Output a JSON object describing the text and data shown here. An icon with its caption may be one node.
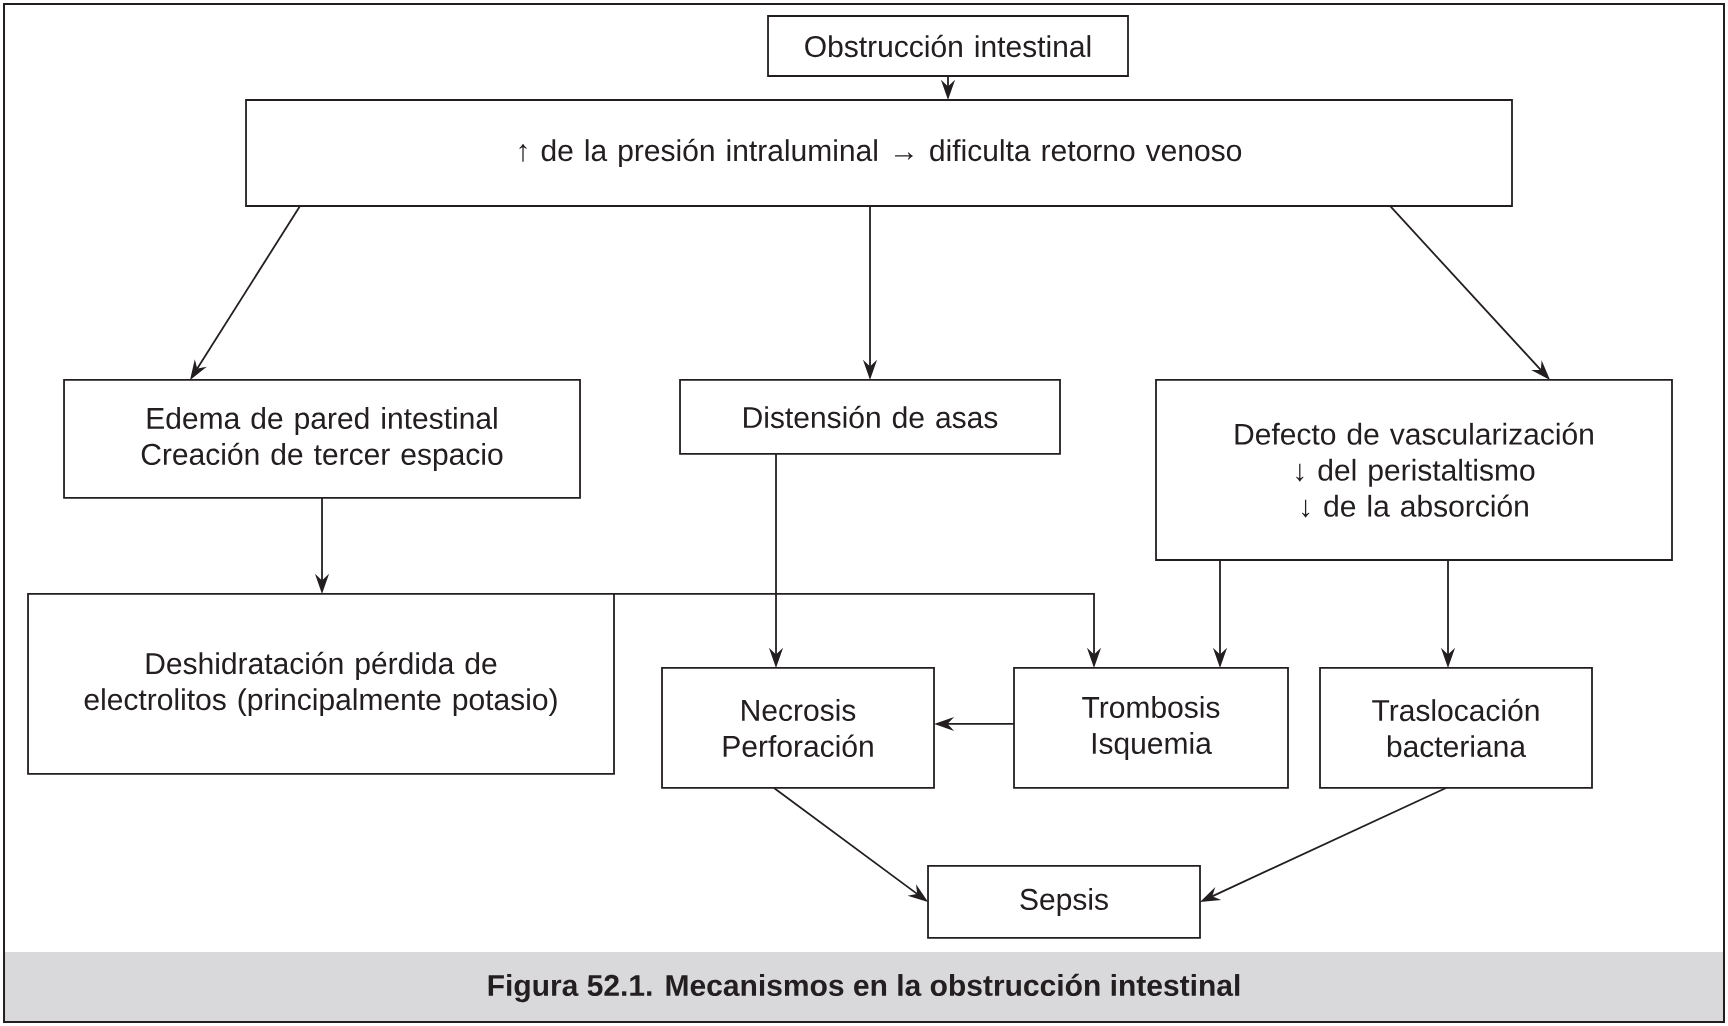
{
  "diagram": {
    "caption": "Figura 52.1. Mecanismos en la obstrucción intestinal",
    "nodes": [
      {
        "text": [
          "Obstrucción intestinal"
        ]
      },
      {
        "text": [
          "↑ de la presión intraluminal → dificulta retorno venoso"
        ]
      },
      {
        "text": [
          "Edema de pared intestinal",
          "Creación de tercer espacio"
        ]
      },
      {
        "text": [
          "Distensión de asas"
        ]
      },
      {
        "text": [
          "Defecto de vascularización",
          "↓ del peristaltismo",
          "↓ de la absorción"
        ]
      },
      {
        "text": [
          "Deshidratación pérdida de electrolitos (principalmente potasio)"
        ]
      },
      {
        "text": [
          "Necrosis",
          "Perforación"
        ]
      },
      {
        "text": [
          "Trombosis",
          "Isquemia"
        ]
      },
      {
        "text": [
          "Traslocación bacteriana"
        ]
      },
      {
        "text": [
          "Sepsis"
        ]
      }
    ],
    "edges": [
      {
        "from": 0,
        "to": 1,
        "arrow": "to"
      },
      {
        "from": 1,
        "to": 2,
        "arrow": "to"
      },
      {
        "from": 1,
        "to": 3,
        "arrow": "to"
      },
      {
        "from": 1,
        "to": 4,
        "arrow": "to"
      },
      {
        "from": 2,
        "to": 5,
        "arrow": "to"
      },
      {
        "from": 3,
        "to": 6,
        "arrow": "to"
      },
      {
        "from": 4,
        "to": 7,
        "arrow": "to"
      },
      {
        "from": 4,
        "to": 8,
        "arrow": "to"
      },
      {
        "from": 5,
        "to": 7,
        "arrow": "to"
      },
      {
        "from": 7,
        "to": 6,
        "arrow": "to"
      },
      {
        "from": 6,
        "to": 9,
        "arrow": "to"
      },
      {
        "from": 8,
        "to": 9,
        "arrow": "to"
      }
    ]
  }
}
